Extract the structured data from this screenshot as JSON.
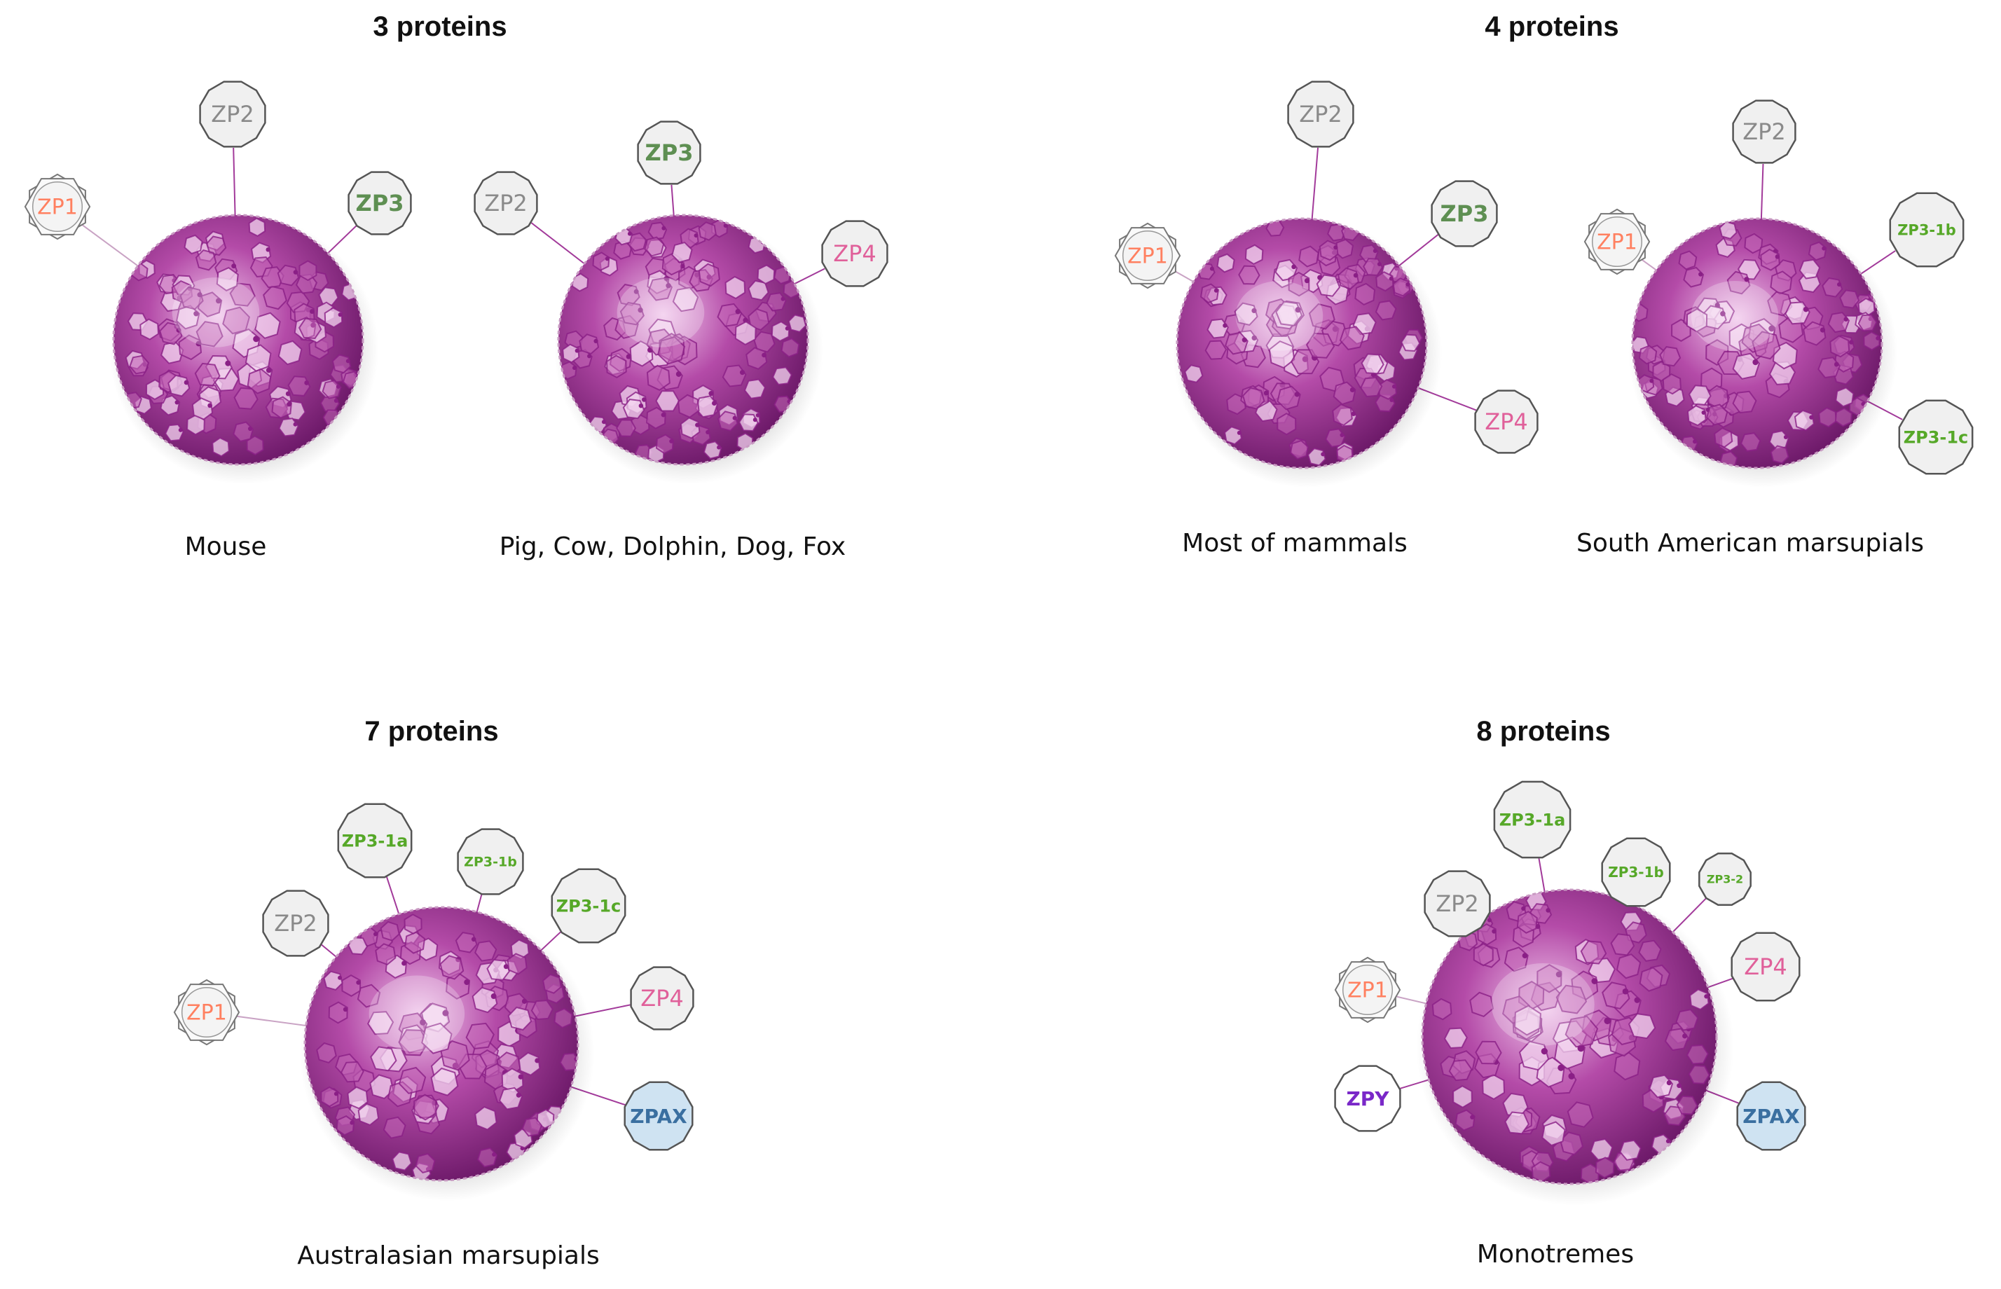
{
  "groups": [
    {
      "title": "3 proteins"
    },
    {
      "title": "4 proteins"
    },
    {
      "title": "7 proteins"
    },
    {
      "title": "8 proteins"
    }
  ],
  "colors": {
    "sphere": "#b44ba8",
    "sphere_dark": "#8a1f86",
    "line": "#a23a9a",
    "label_gray": "#8a8a8a",
    "zp1": "#ff8060",
    "zp3": "#5e8f52",
    "zp3_sub": "#56a828",
    "zp4": "#e0609a",
    "zpax": "#3a6fa0",
    "zpax_fill": "#cfe3f2",
    "zpy": "#7a28c8",
    "node_fill": "#f0f0f0",
    "node_stroke": "#555555"
  },
  "diagrams": [
    {
      "caption": "Mouse",
      "nodes": [
        {
          "label": "ZP1",
          "shape": "star"
        },
        {
          "label": "ZP2",
          "shape": "poly"
        },
        {
          "label": "ZP3",
          "shape": "poly"
        }
      ]
    },
    {
      "caption": "Pig, Cow, Dolphin, Dog, Fox",
      "nodes": [
        {
          "label": "ZP2",
          "shape": "poly"
        },
        {
          "label": "ZP3",
          "shape": "poly"
        },
        {
          "label": "ZP4",
          "shape": "poly"
        }
      ]
    },
    {
      "caption": "Most of mammals",
      "nodes": [
        {
          "label": "ZP1",
          "shape": "star"
        },
        {
          "label": "ZP2",
          "shape": "poly"
        },
        {
          "label": "ZP3",
          "shape": "poly"
        },
        {
          "label": "ZP4",
          "shape": "poly"
        }
      ]
    },
    {
      "caption": "South American marsupials",
      "nodes": [
        {
          "label": "ZP1",
          "shape": "star"
        },
        {
          "label": "ZP2",
          "shape": "poly"
        },
        {
          "label": "ZP3-1b",
          "shape": "poly"
        },
        {
          "label": "ZP3-1c",
          "shape": "poly"
        }
      ]
    },
    {
      "caption": "Australasian marsupials",
      "nodes": [
        {
          "label": "ZP1",
          "shape": "star"
        },
        {
          "label": "ZP2",
          "shape": "poly"
        },
        {
          "label": "ZP3-1a",
          "shape": "poly"
        },
        {
          "label": "ZP3-1b",
          "shape": "poly"
        },
        {
          "label": "ZP3-1c",
          "shape": "poly"
        },
        {
          "label": "ZP4",
          "shape": "poly"
        },
        {
          "label": "ZPAX",
          "shape": "poly"
        }
      ]
    },
    {
      "caption": "Monotremes",
      "nodes": [
        {
          "label": "ZP1",
          "shape": "star"
        },
        {
          "label": "ZPY",
          "shape": "poly"
        },
        {
          "label": "ZP2",
          "shape": "poly"
        },
        {
          "label": "ZP3-1a",
          "shape": "poly"
        },
        {
          "label": "ZP3-1b",
          "shape": "poly"
        },
        {
          "label": "ZP3-2",
          "shape": "poly"
        },
        {
          "label": "ZP4",
          "shape": "poly"
        },
        {
          "label": "ZPAX",
          "shape": "poly"
        }
      ]
    }
  ]
}
